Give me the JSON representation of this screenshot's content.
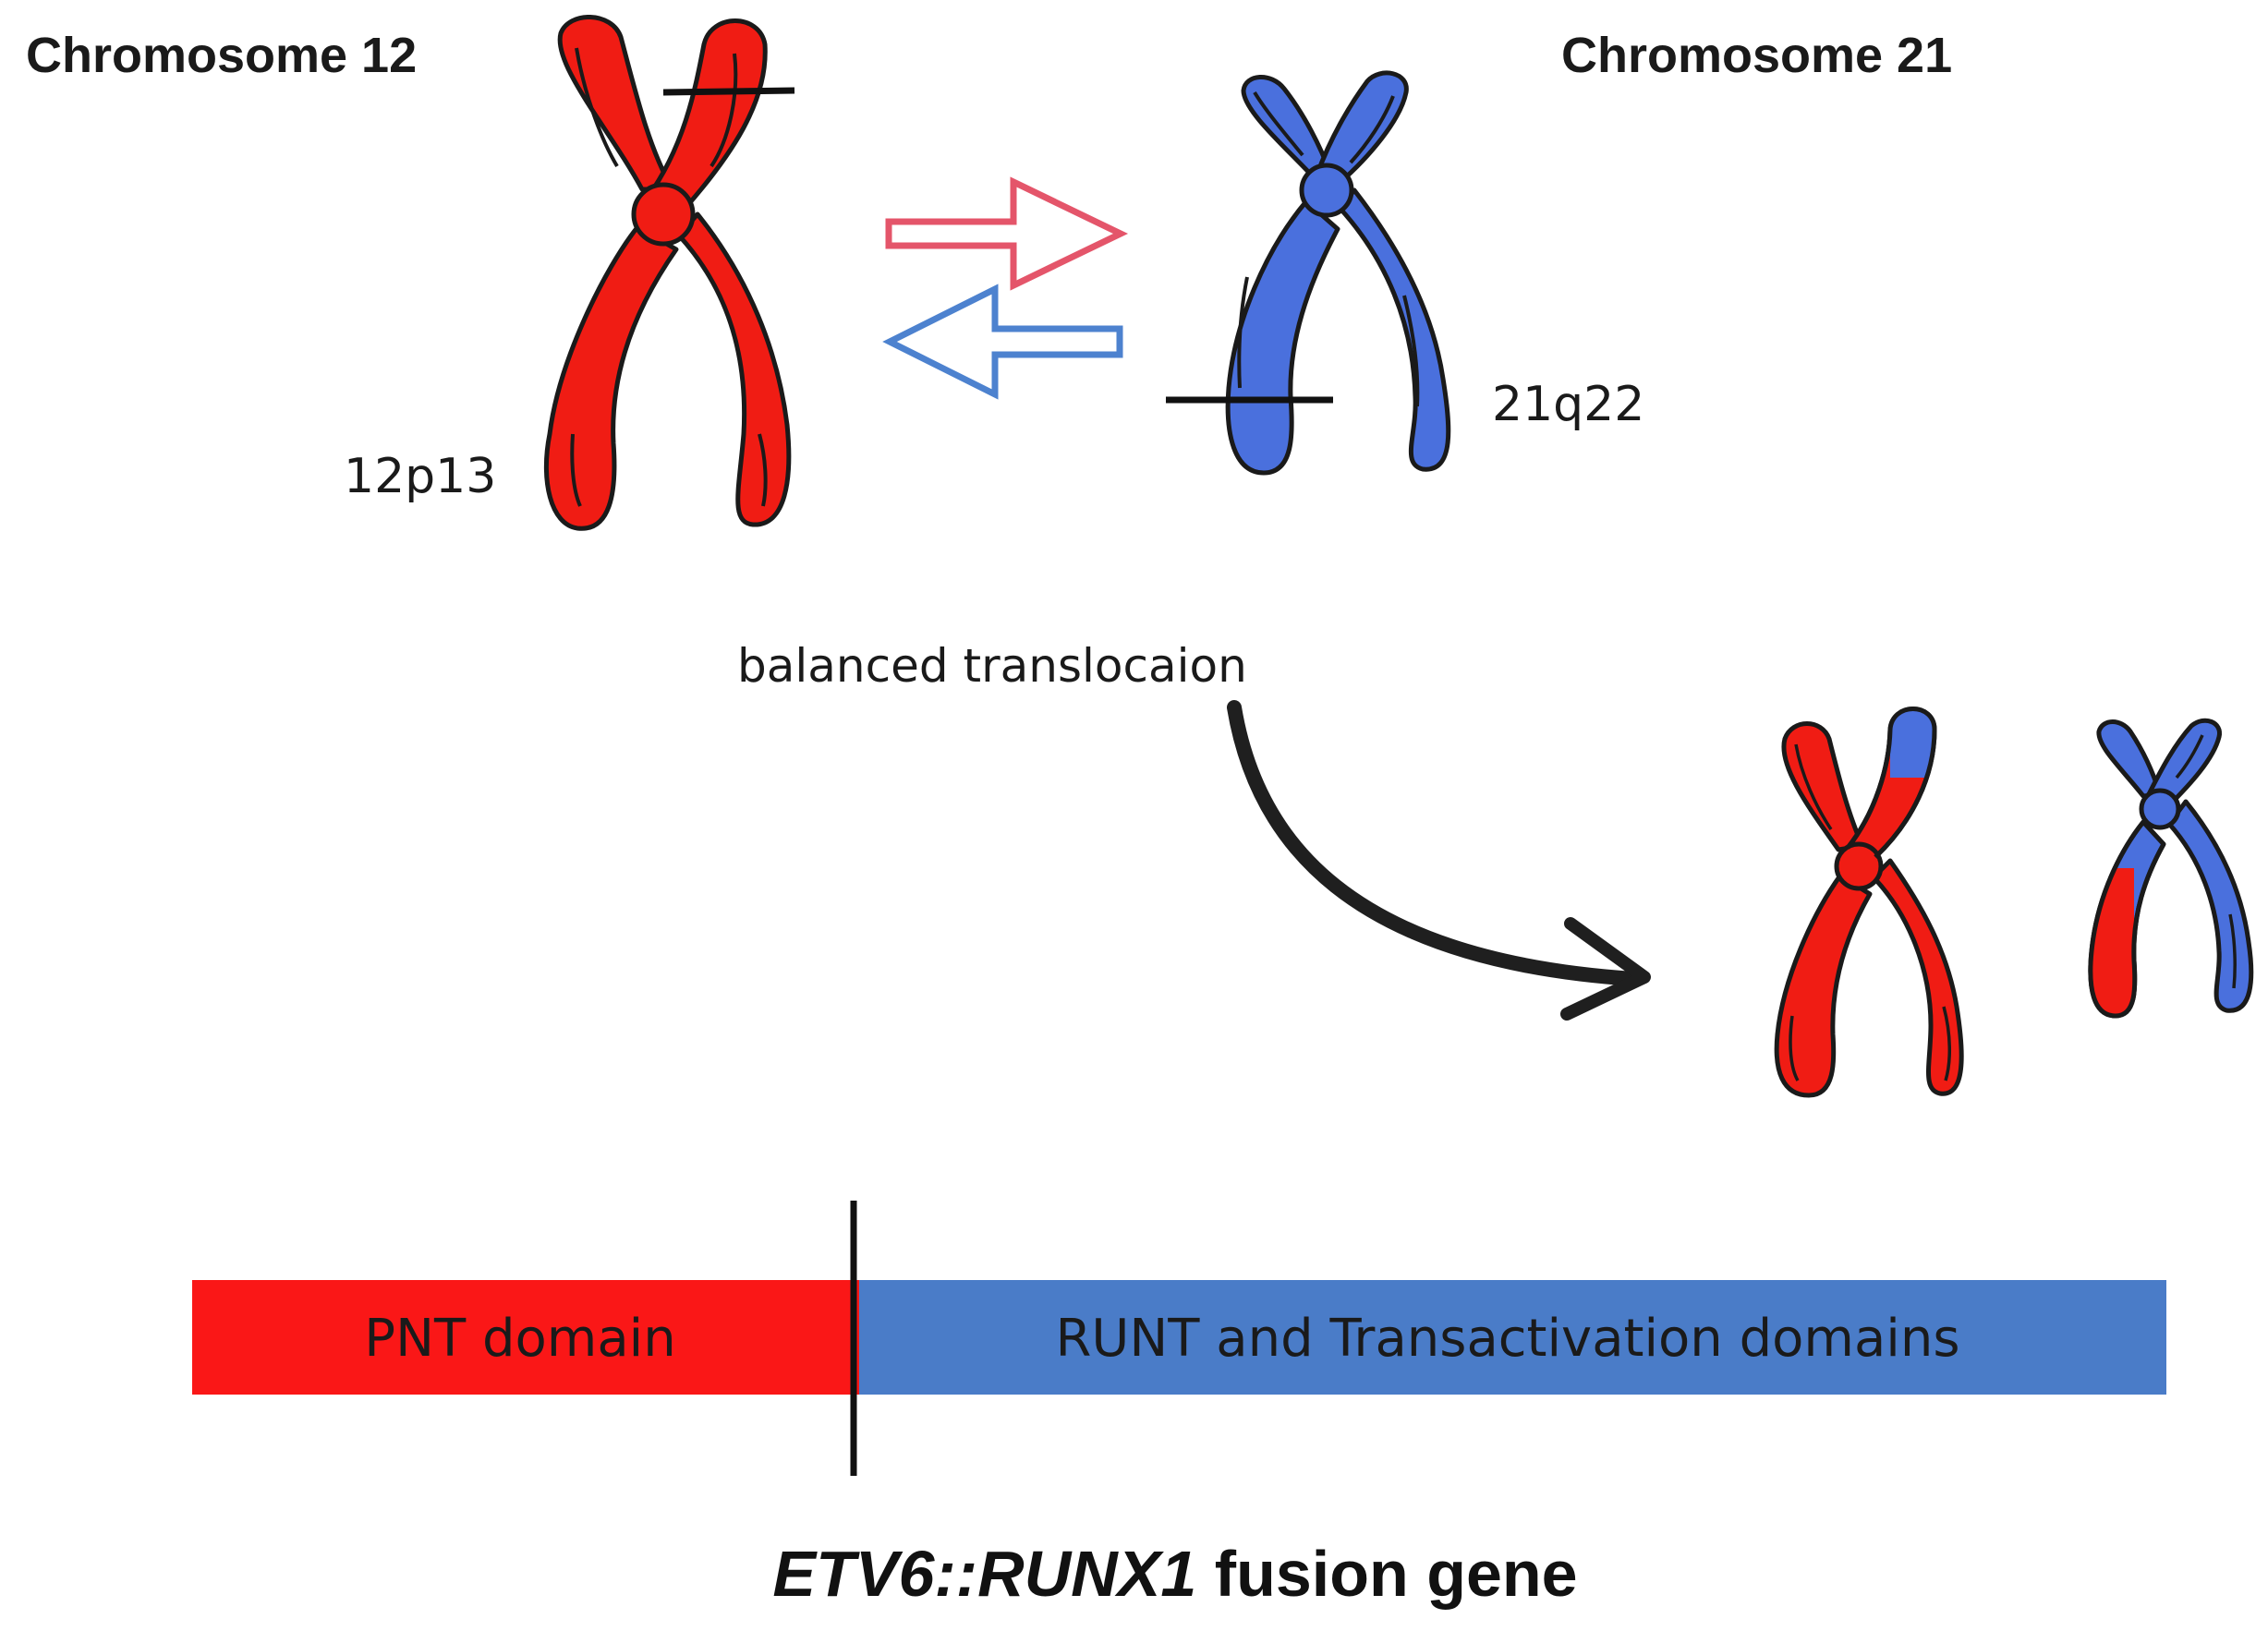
{
  "labels": {
    "chromosome_left": "Chromosome 12",
    "chromosome_right": "Chromosome 21",
    "band_left": "12p13",
    "band_right": "21q22",
    "process": "balanced translocaion"
  },
  "fusion": {
    "domain_left": "PNT domain",
    "domain_right": "RUNT and Transactivation domains",
    "gene_name": "ETV6::RUNX1",
    "gene_suffix": " fusion gene"
  },
  "colors": {
    "chr12": "#f01c14",
    "chr21": "#4a70dd",
    "arrow_right": "#e4556a",
    "arrow_left": "#4d82cf",
    "bar_left": "#fa1717",
    "bar_right": "#4a7cc8",
    "outline": "#1a1a1a"
  }
}
